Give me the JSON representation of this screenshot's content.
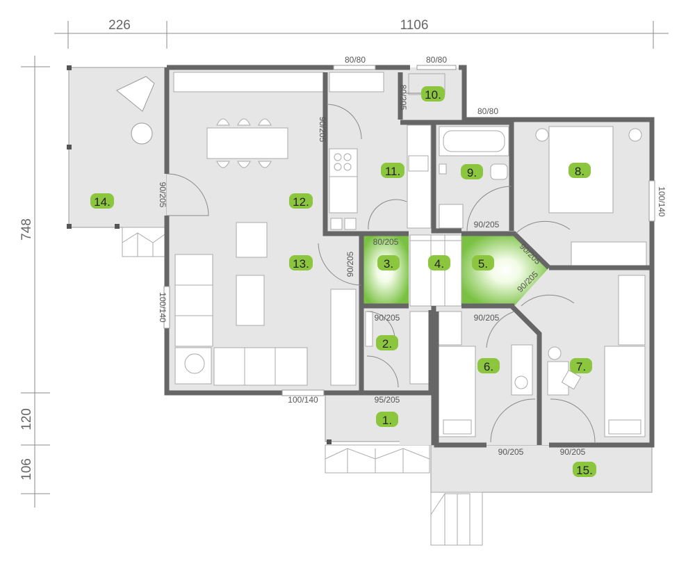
{
  "dimensions": {
    "top_left": "226",
    "top_main": "1106",
    "left_main": "748",
    "left_mid": "120",
    "left_bottom": "106"
  },
  "rooms": [
    {
      "label": "1.",
      "highlight": false
    },
    {
      "label": "2.",
      "highlight": false
    },
    {
      "label": "3.",
      "highlight": true
    },
    {
      "label": "4.",
      "highlight": false
    },
    {
      "label": "5.",
      "highlight": true
    },
    {
      "label": "6.",
      "highlight": false
    },
    {
      "label": "7.",
      "highlight": false
    },
    {
      "label": "8.",
      "highlight": false
    },
    {
      "label": "9.",
      "highlight": false
    },
    {
      "label": "10.",
      "highlight": false
    },
    {
      "label": "11.",
      "highlight": false
    },
    {
      "label": "12.",
      "highlight": false
    },
    {
      "label": "13.",
      "highlight": false
    },
    {
      "label": "14.",
      "highlight": false
    },
    {
      "label": "15.",
      "highlight": false
    }
  ],
  "openings": {
    "window_top_1": "80/80",
    "window_top_2": "80/80",
    "window_top_3": "80/80",
    "door_10": "80/205",
    "door_kitchen": "90/205",
    "door_terrace": "90/205",
    "window_left": "100/140",
    "window_right": "100/140",
    "door_3": "80/205",
    "door_13": "90/205",
    "door_9": "90/205",
    "door_5a": "90/205",
    "door_5b": "90/205",
    "door_2": "90/205",
    "door_6": "90/205",
    "window_bottom": "100/140",
    "door_entry": "95/205",
    "door_6_south": "90/205",
    "door_7_south": "90/205"
  },
  "colors": {
    "wall": "#666666",
    "floor": "#e6e6e6",
    "highlight": "#7ac143",
    "label_bg": "#8cc63f",
    "text": "#666666"
  }
}
